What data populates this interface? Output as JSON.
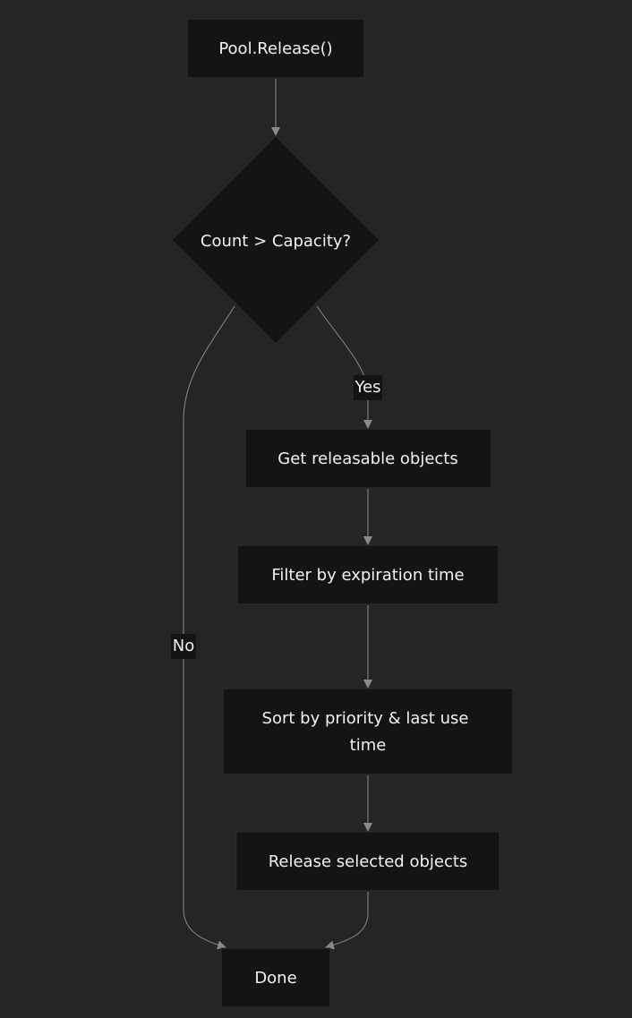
{
  "nodes": {
    "start": "Pool.Release()",
    "decision": "Count > Capacity?",
    "get_releasable": "Get releasable objects",
    "filter": "Filter by expiration time",
    "sort_line1": "Sort by priority & last use",
    "sort_line2": "time",
    "release_selected": "Release selected objects",
    "done": "Done"
  },
  "edges": {
    "yes_label": "Yes",
    "no_label": "No"
  },
  "colors": {
    "background": "#252525",
    "node_fill": "#141414",
    "edge": "#8a8a8a",
    "text": "#f2f2f2"
  }
}
